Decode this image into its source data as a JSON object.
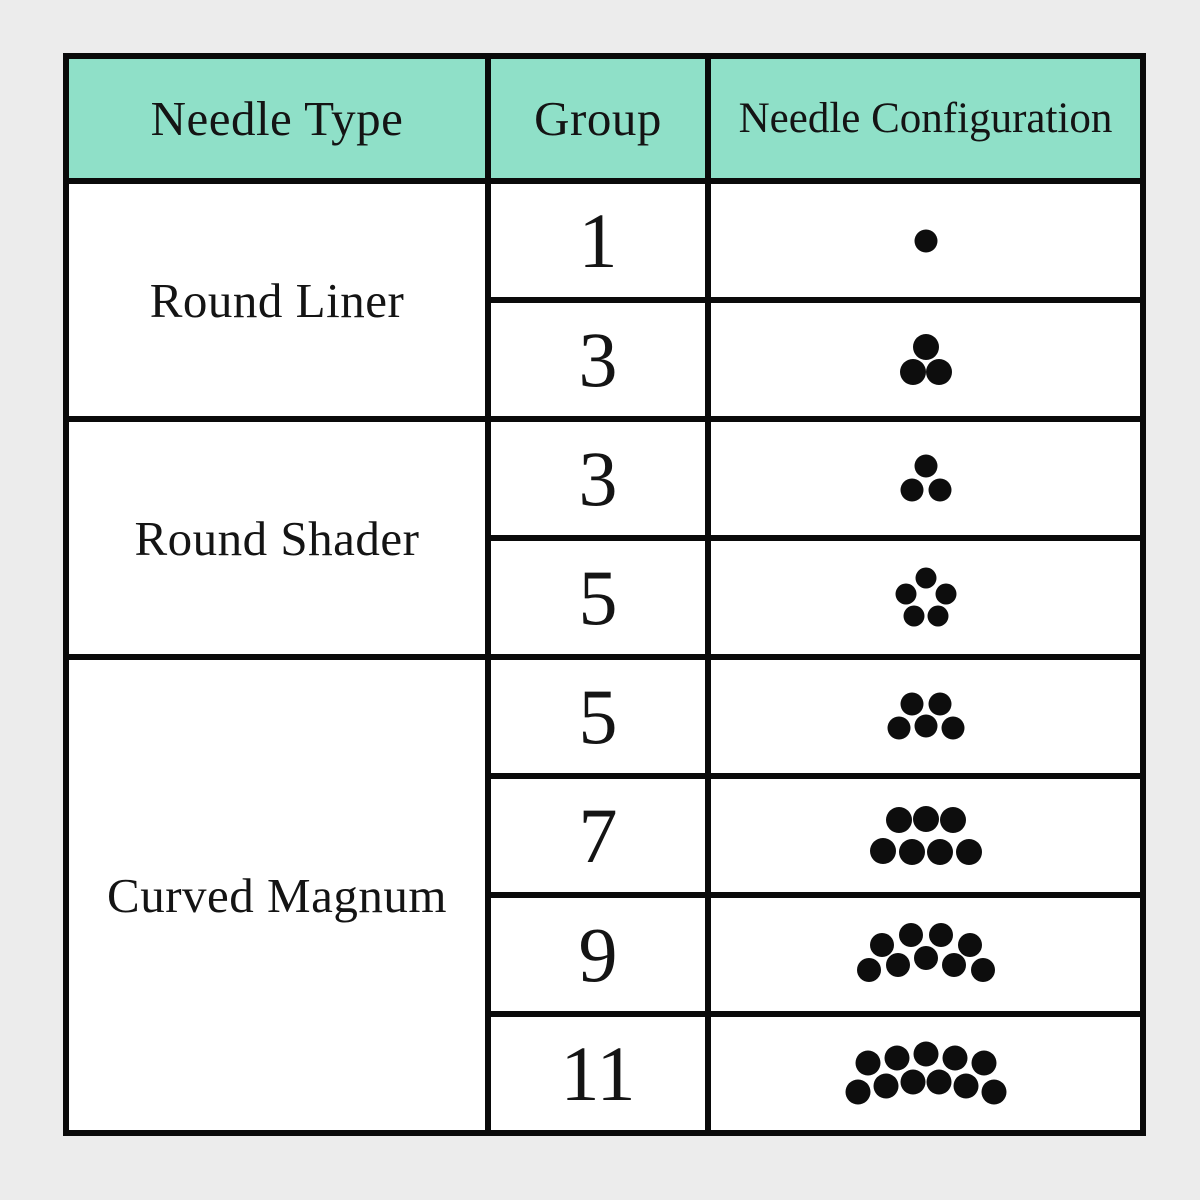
{
  "page": {
    "background_color": "#ececec"
  },
  "table": {
    "border_color": "#0a0a0a",
    "dot_color": "#0d0d0d",
    "header": {
      "background_color": "#8fe0c8",
      "columns": [
        "Needle Type",
        "Group",
        "Needle Configuration"
      ]
    },
    "sections": [
      {
        "needle_type": "Round Liner",
        "rows": [
          {
            "group": "1",
            "needle_count": 1,
            "dot_diameter": 23,
            "dots": [
              [
                0,
                0
              ]
            ]
          },
          {
            "group": "3",
            "needle_count": 3,
            "dot_diameter": 26,
            "dots": [
              [
                0,
                -13
              ],
              [
                -13,
                12
              ],
              [
                13,
                12
              ]
            ]
          }
        ]
      },
      {
        "needle_type": "Round Shader",
        "rows": [
          {
            "group": "3",
            "needle_count": 3,
            "dot_diameter": 23,
            "dots": [
              [
                0,
                -13
              ],
              [
                -14,
                11
              ],
              [
                14,
                11
              ]
            ]
          },
          {
            "group": "5",
            "needle_count": 5,
            "dot_diameter": 21,
            "dots": [
              [
                0,
                -20
              ],
              [
                -20,
                -4
              ],
              [
                20,
                -4
              ],
              [
                -12,
                18
              ],
              [
                12,
                18
              ]
            ]
          }
        ]
      },
      {
        "needle_type": "Curved Magnum",
        "rows": [
          {
            "group": "5",
            "needle_count": 5,
            "dot_diameter": 23,
            "dots": [
              [
                -14,
                -13
              ],
              [
                14,
                -13
              ],
              [
                -27,
                11
              ],
              [
                0,
                9
              ],
              [
                27,
                11
              ]
            ]
          },
          {
            "group": "7",
            "needle_count": 7,
            "dot_diameter": 26,
            "dots": [
              [
                -27,
                -16
              ],
              [
                0,
                -17
              ],
              [
                27,
                -16
              ],
              [
                -43,
                15
              ],
              [
                -14,
                16
              ],
              [
                14,
                16
              ],
              [
                43,
                16
              ]
            ]
          },
          {
            "group": "9",
            "needle_count": 9,
            "dot_diameter": 24,
            "dots": [
              [
                -44,
                -10
              ],
              [
                -15,
                -20
              ],
              [
                15,
                -20
              ],
              [
                44,
                -10
              ],
              [
                -57,
                15
              ],
              [
                -28,
                10
              ],
              [
                0,
                3
              ],
              [
                28,
                10
              ],
              [
                57,
                15
              ]
            ]
          },
          {
            "group": "11",
            "needle_count": 11,
            "dot_diameter": 25,
            "dots": [
              [
                -58,
                -11
              ],
              [
                -29,
                -16
              ],
              [
                0,
                -20
              ],
              [
                29,
                -16
              ],
              [
                58,
                -11
              ],
              [
                -68,
                18
              ],
              [
                -40,
                12
              ],
              [
                -13,
                8
              ],
              [
                13,
                8
              ],
              [
                40,
                12
              ],
              [
                68,
                18
              ]
            ]
          }
        ]
      }
    ]
  }
}
